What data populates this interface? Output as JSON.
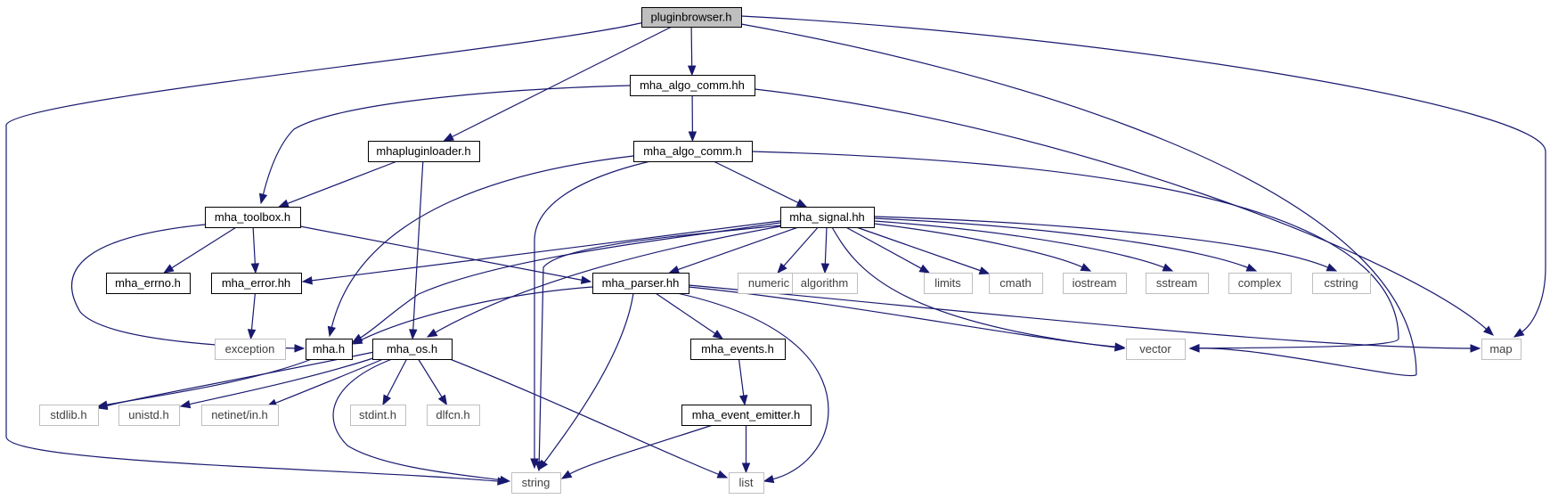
{
  "graph": {
    "style": {
      "edge_color": "#191970",
      "root_fill": "#bfbfbf",
      "documented_border": "#000000",
      "external_border": "#bfbfbf"
    },
    "nodes": [
      {
        "id": "pluginbrowser_h",
        "label": "pluginbrowser.h",
        "kind": "root"
      },
      {
        "id": "mha_algo_comm_hh",
        "label": "mha_algo_comm.hh",
        "kind": "doc"
      },
      {
        "id": "mhapluginloader_h",
        "label": "mhapluginloader.h",
        "kind": "doc"
      },
      {
        "id": "mha_algo_comm_h",
        "label": "mha_algo_comm.h",
        "kind": "doc"
      },
      {
        "id": "mha_toolbox_h",
        "label": "mha_toolbox.h",
        "kind": "doc"
      },
      {
        "id": "mha_signal_hh",
        "label": "mha_signal.hh",
        "kind": "doc"
      },
      {
        "id": "mha_errno_h",
        "label": "mha_errno.h",
        "kind": "doc"
      },
      {
        "id": "mha_error_hh",
        "label": "mha_error.hh",
        "kind": "doc"
      },
      {
        "id": "mha_parser_hh",
        "label": "mha_parser.hh",
        "kind": "doc"
      },
      {
        "id": "numeric",
        "label": "numeric",
        "kind": "ext"
      },
      {
        "id": "algorithm",
        "label": "algorithm",
        "kind": "ext"
      },
      {
        "id": "limits",
        "label": "limits",
        "kind": "ext"
      },
      {
        "id": "cmath",
        "label": "cmath",
        "kind": "ext"
      },
      {
        "id": "iostream",
        "label": "iostream",
        "kind": "ext"
      },
      {
        "id": "sstream",
        "label": "sstream",
        "kind": "ext"
      },
      {
        "id": "complex",
        "label": "complex",
        "kind": "ext"
      },
      {
        "id": "cstring",
        "label": "cstring",
        "kind": "ext"
      },
      {
        "id": "exception",
        "label": "exception",
        "kind": "ext"
      },
      {
        "id": "mha_h",
        "label": "mha.h",
        "kind": "doc"
      },
      {
        "id": "mha_os_h",
        "label": "mha_os.h",
        "kind": "doc"
      },
      {
        "id": "mha_events_h",
        "label": "mha_events.h",
        "kind": "doc"
      },
      {
        "id": "vector",
        "label": "vector",
        "kind": "ext"
      },
      {
        "id": "map",
        "label": "map",
        "kind": "ext"
      },
      {
        "id": "stdlib_h",
        "label": "stdlib.h",
        "kind": "ext"
      },
      {
        "id": "unistd_h",
        "label": "unistd.h",
        "kind": "ext"
      },
      {
        "id": "netinet_in_h",
        "label": "netinet/in.h",
        "kind": "ext"
      },
      {
        "id": "stdint_h",
        "label": "stdint.h",
        "kind": "ext"
      },
      {
        "id": "dlfcn_h",
        "label": "dlfcn.h",
        "kind": "ext"
      },
      {
        "id": "mha_event_emitter_h",
        "label": "mha_event_emitter.h",
        "kind": "doc"
      },
      {
        "id": "string",
        "label": "string",
        "kind": "ext"
      },
      {
        "id": "list",
        "label": "list",
        "kind": "ext"
      }
    ],
    "edges": [
      {
        "from": "pluginbrowser_h",
        "to": "string"
      },
      {
        "from": "pluginbrowser_h",
        "to": "mhapluginloader_h"
      },
      {
        "from": "pluginbrowser_h",
        "to": "mha_algo_comm_hh"
      },
      {
        "from": "pluginbrowser_h",
        "to": "vector"
      },
      {
        "from": "pluginbrowser_h",
        "to": "map"
      },
      {
        "from": "mha_algo_comm_hh",
        "to": "mha_toolbox_h"
      },
      {
        "from": "mha_algo_comm_hh",
        "to": "mha_algo_comm_h"
      },
      {
        "from": "mha_algo_comm_hh",
        "to": "map"
      },
      {
        "from": "mhapluginloader_h",
        "to": "mha_toolbox_h"
      },
      {
        "from": "mhapluginloader_h",
        "to": "mha_os_h"
      },
      {
        "from": "mha_algo_comm_h",
        "to": "mha_h"
      },
      {
        "from": "mha_algo_comm_h",
        "to": "string"
      },
      {
        "from": "mha_algo_comm_h",
        "to": "mha_signal_hh"
      },
      {
        "from": "mha_algo_comm_h",
        "to": "vector"
      },
      {
        "from": "mha_toolbox_h",
        "to": "mha_h"
      },
      {
        "from": "mha_toolbox_h",
        "to": "mha_errno_h"
      },
      {
        "from": "mha_toolbox_h",
        "to": "mha_error_hh"
      },
      {
        "from": "mha_toolbox_h",
        "to": "mha_parser_hh"
      },
      {
        "from": "mha_signal_hh",
        "to": "mha_error_hh"
      },
      {
        "from": "mha_signal_hh",
        "to": "mha_h"
      },
      {
        "from": "mha_signal_hh",
        "to": "mha_os_h"
      },
      {
        "from": "mha_signal_hh",
        "to": "string"
      },
      {
        "from": "mha_signal_hh",
        "to": "mha_parser_hh"
      },
      {
        "from": "mha_signal_hh",
        "to": "numeric"
      },
      {
        "from": "mha_signal_hh",
        "to": "algorithm"
      },
      {
        "from": "mha_signal_hh",
        "to": "limits"
      },
      {
        "from": "mha_signal_hh",
        "to": "cmath"
      },
      {
        "from": "mha_signal_hh",
        "to": "iostream"
      },
      {
        "from": "mha_signal_hh",
        "to": "sstream"
      },
      {
        "from": "mha_signal_hh",
        "to": "complex"
      },
      {
        "from": "mha_signal_hh",
        "to": "cstring"
      },
      {
        "from": "mha_signal_hh",
        "to": "vector"
      },
      {
        "from": "mha_error_hh",
        "to": "exception"
      },
      {
        "from": "mha_parser_hh",
        "to": "mha_h"
      },
      {
        "from": "mha_parser_hh",
        "to": "string"
      },
      {
        "from": "mha_parser_hh",
        "to": "mha_events_h"
      },
      {
        "from": "mha_parser_hh",
        "to": "list"
      },
      {
        "from": "mha_parser_hh",
        "to": "vector"
      },
      {
        "from": "mha_parser_hh",
        "to": "map"
      },
      {
        "from": "mha_h",
        "to": "stdlib_h"
      },
      {
        "from": "mha_os_h",
        "to": "stdlib_h"
      },
      {
        "from": "mha_os_h",
        "to": "unistd_h"
      },
      {
        "from": "mha_os_h",
        "to": "netinet_in_h"
      },
      {
        "from": "mha_os_h",
        "to": "stdint_h"
      },
      {
        "from": "mha_os_h",
        "to": "dlfcn_h"
      },
      {
        "from": "mha_os_h",
        "to": "string"
      },
      {
        "from": "mha_os_h",
        "to": "list"
      },
      {
        "from": "mha_events_h",
        "to": "mha_event_emitter_h"
      },
      {
        "from": "mha_event_emitter_h",
        "to": "string"
      },
      {
        "from": "mha_event_emitter_h",
        "to": "list"
      }
    ]
  }
}
